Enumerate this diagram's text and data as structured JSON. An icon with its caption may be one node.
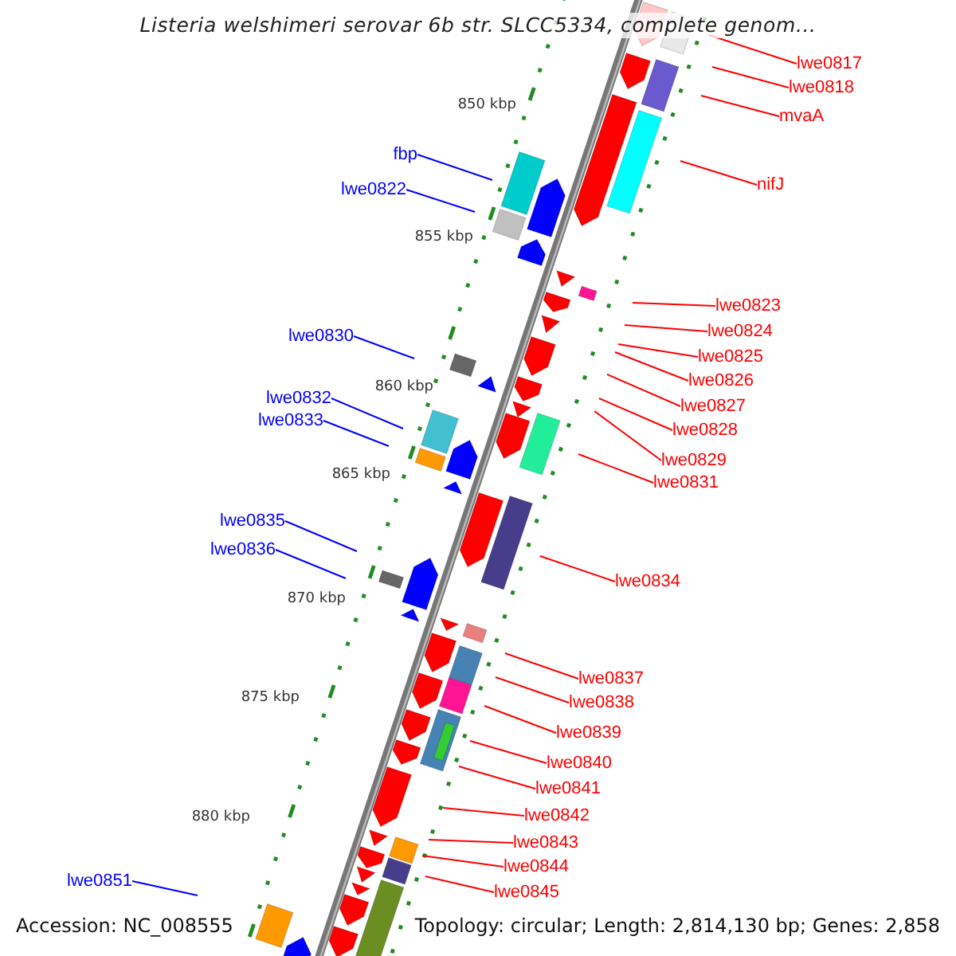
{
  "diagram": {
    "title": "Listeria welshimeri serovar 6b str. SLCC5334, complete genom...",
    "nodes": [
      {
        "text": [
          "lwe0817"
        ]
      },
      {
        "text": [
          "lwe0818"
        ]
      },
      {
        "text": [
          "mvaA"
        ]
      },
      {
        "text": [
          "nifJ"
        ]
      },
      {
        "text": [
          "lwe0823"
        ]
      },
      {
        "text": [
          "lwe0824"
        ]
      },
      {
        "text": [
          "lwe0825"
        ]
      },
      {
        "text": [
          "lwe0826"
        ]
      },
      {
        "text": [
          "lwe0827"
        ]
      },
      {
        "text": [
          "lwe0828"
        ]
      },
      {
        "text": [
          "lwe0829"
        ]
      },
      {
        "text": [
          "lwe0831"
        ]
      },
      {
        "text": [
          "lwe0834"
        ]
      },
      {
        "text": [
          "lwe0837"
        ]
      },
      {
        "text": [
          "lwe0838"
        ]
      },
      {
        "text": [
          "lwe0839"
        ]
      },
      {
        "text": [
          "lwe0840"
        ]
      },
      {
        "text": [
          "lwe0841"
        ]
      },
      {
        "text": [
          "lwe0842"
        ]
      },
      {
        "text": [
          "lwe0843"
        ]
      },
      {
        "text": [
          "lwe0844"
        ]
      },
      {
        "text": [
          "lwe0845"
        ]
      },
      {
        "text": [
          "fbp"
        ]
      },
      {
        "text": [
          "lwe0822"
        ]
      },
      {
        "text": [
          "lwe0830"
        ]
      },
      {
        "text": [
          "lwe0832"
        ]
      },
      {
        "text": [
          "lwe0833"
        ]
      },
      {
        "text": [
          "lwe0835"
        ]
      },
      {
        "text": [
          "lwe0836"
        ]
      },
      {
        "text": [
          "lwe0851"
        ]
      }
    ],
    "edges": [
      {
        "from": 0,
        "to": null,
        "arrow": "none"
      },
      {
        "from": 1,
        "to": null,
        "arrow": "none"
      },
      {
        "from": 2,
        "to": null,
        "arrow": "none"
      },
      {
        "from": 3,
        "to": null,
        "arrow": "none"
      },
      {
        "from": 4,
        "to": null,
        "arrow": "none"
      },
      {
        "from": 5,
        "to": null,
        "arrow": "none"
      },
      {
        "from": 6,
        "to": null,
        "arrow": "none"
      },
      {
        "from": 7,
        "to": null,
        "arrow": "none"
      },
      {
        "from": 8,
        "to": null,
        "arrow": "none"
      },
      {
        "from": 9,
        "to": null,
        "arrow": "none"
      },
      {
        "from": 10,
        "to": null,
        "arrow": "none"
      },
      {
        "from": 11,
        "to": null,
        "arrow": "none"
      },
      {
        "from": 12,
        "to": null,
        "arrow": "none"
      },
      {
        "from": 13,
        "to": null,
        "arrow": "none"
      },
      {
        "from": 14,
        "to": null,
        "arrow": "none"
      },
      {
        "from": 15,
        "to": null,
        "arrow": "none"
      },
      {
        "from": 16,
        "to": null,
        "arrow": "none"
      },
      {
        "from": 17,
        "to": null,
        "arrow": "none"
      },
      {
        "from": 18,
        "to": null,
        "arrow": "none"
      },
      {
        "from": 19,
        "to": null,
        "arrow": "none"
      },
      {
        "from": 20,
        "to": null,
        "arrow": "none"
      },
      {
        "from": 21,
        "to": null,
        "arrow": "none"
      },
      {
        "from": 22,
        "to": null,
        "arrow": "none",
        "color": "#0000ff"
      },
      {
        "from": 23,
        "to": null,
        "arrow": "none",
        "color": "#0000ff"
      },
      {
        "from": 24,
        "to": null,
        "arrow": "none",
        "color": "#0000ff"
      },
      {
        "from": 25,
        "to": null,
        "arrow": "none",
        "color": "#0000ff"
      },
      {
        "from": 26,
        "to": null,
        "arrow": "none",
        "color": "#0000ff"
      },
      {
        "from": 27,
        "to": null,
        "arrow": "none",
        "color": "#0000ff"
      },
      {
        "from": 28,
        "to": null,
        "arrow": "none",
        "color": "#0000ff"
      },
      {
        "from": 29,
        "to": null,
        "arrow": "none",
        "color": "#0000ff"
      }
    ],
    "labels": [
      "850 kbp",
      "855 kbp",
      "860 kbp",
      "865 kbp",
      "870 kbp",
      "875 kbp",
      "880 kbp",
      "Accession: NC_008555",
      "Topology: circular; Length: 2,814,130 bp; Genes: 2,858"
    ]
  }
}
